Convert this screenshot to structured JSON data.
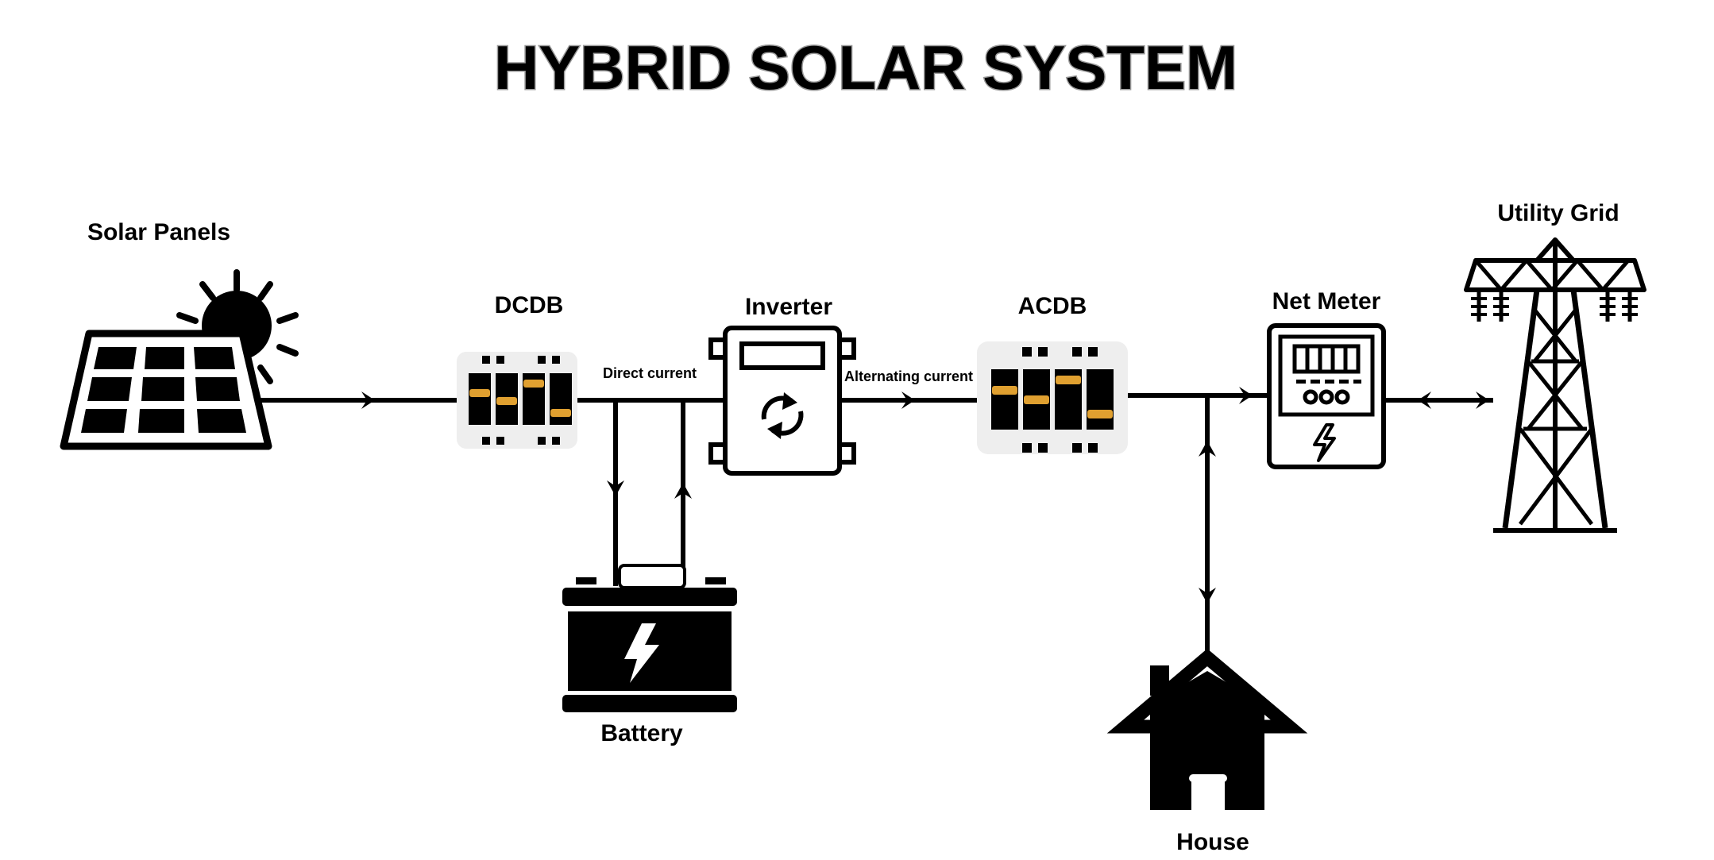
{
  "title": "HYBRID SOLAR SYSTEM",
  "colors": {
    "ink": "#000000",
    "breaker_switch": "#e0a030",
    "box_fill": "#eeeeee",
    "background": "#ffffff"
  },
  "components": {
    "solar_panels": {
      "label": "Solar Panels",
      "icon": "solar-panel-icon"
    },
    "dcdb": {
      "label": "DCDB",
      "icon": "breaker-box-icon"
    },
    "inverter": {
      "label": "Inverter",
      "icon": "inverter-icon"
    },
    "acdb": {
      "label": "ACDB",
      "icon": "breaker-box-icon"
    },
    "net_meter": {
      "label": "Net Meter",
      "icon": "meter-icon"
    },
    "utility_grid": {
      "label": "Utility Grid",
      "icon": "transmission-tower-icon"
    },
    "battery": {
      "label": "Battery",
      "icon": "battery-icon"
    },
    "house": {
      "label": "House",
      "icon": "house-icon"
    }
  },
  "connections": {
    "direct_current": "Direct current",
    "alternating_current": "Alternating current"
  }
}
